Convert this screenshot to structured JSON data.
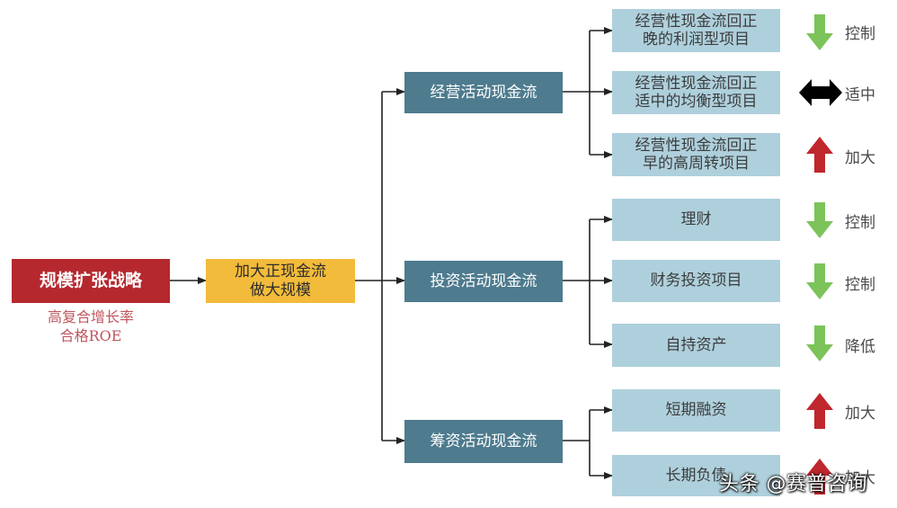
{
  "root": {
    "label": "规模扩张战略",
    "subtitle_1": "高复合增长率",
    "subtitle_2": "合格ROE"
  },
  "hub": {
    "line_1": "加大正现金流",
    "line_2": "做大规模"
  },
  "categories": [
    {
      "label": "经营活动现金流"
    },
    {
      "label": "投资活动现金流"
    },
    {
      "label": "筹资活动现金流"
    }
  ],
  "items": [
    {
      "line_1": "经营性现金流回正",
      "line_2": "晚的利润型项目",
      "action": "控制",
      "icon": "down-arrow-icon"
    },
    {
      "line_1": "经营性现金流回正",
      "line_2": "适中的均衡型项目",
      "action": "适中",
      "icon": "double-arrow-icon"
    },
    {
      "line_1": "经营性现金流回正",
      "line_2": "早的高周转项目",
      "action": "加大",
      "icon": "up-arrow-icon"
    },
    {
      "line_1": "理财",
      "line_2": "",
      "action": "控制",
      "icon": "down-arrow-icon"
    },
    {
      "line_1": "财务投资项目",
      "line_2": "",
      "action": "控制",
      "icon": "down-arrow-icon"
    },
    {
      "line_1": "自持资产",
      "line_2": "",
      "action": "降低",
      "icon": "down-arrow-icon"
    },
    {
      "line_1": "短期融资",
      "line_2": "",
      "action": "加大",
      "icon": "up-arrow-icon"
    },
    {
      "line_1": "长期负债",
      "line_2": "",
      "action": "加大",
      "icon": "up-arrow-icon"
    }
  ],
  "colors": {
    "root": "#b5282e",
    "hub": "#f2bb3b",
    "category": "#4e7b8e",
    "item": "#aed0dc",
    "down": "#7cc35a",
    "up": "#c0272d",
    "neutral": "#000000"
  },
  "watermark": "头条 @赛普咨询"
}
